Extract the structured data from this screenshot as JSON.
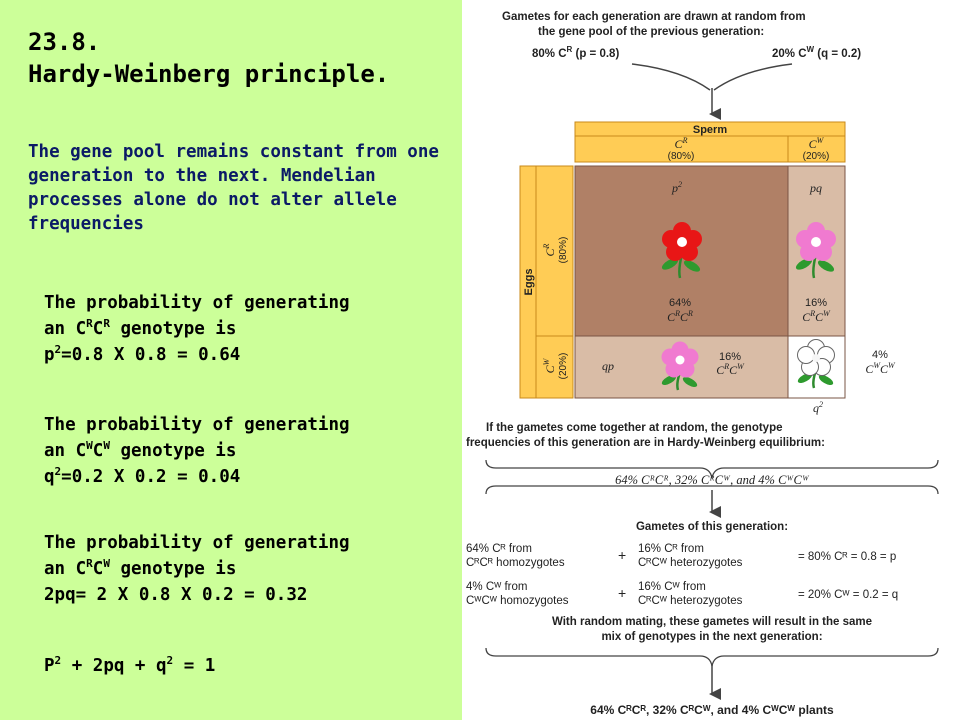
{
  "heading": {
    "number": "23.8.",
    "title": "Hardy-Weinberg principle."
  },
  "intro": "The gene pool remains constant from one generation to the next. Mendelian processes alone do not alter allele frequencies",
  "probabilities": [
    {
      "line1": "The probability of generating",
      "line2_pre": "an C",
      "sup1": "R",
      "mid": "C",
      "sup2": "R",
      "line2_post": " genotype is",
      "line3_base": "p",
      "line3_sup": "2",
      "line3_rest": "=0.8 X 0.8 = 0.64"
    },
    {
      "line1": "The probability of generating",
      "line2_pre": "an C",
      "sup1": "W",
      "mid": "C",
      "sup2": "W",
      "line2_post": " genotype is",
      "line3_base": "q",
      "line3_sup": "2",
      "line3_rest": "=0.2 X 0.2 = 0.04"
    },
    {
      "line1": "The probability of generating",
      "line2_pre": "an C",
      "sup1": "R",
      "mid": "C",
      "sup2": "W",
      "line2_post": " genotype is",
      "line3_base": "2pq= 2 X 0.8 X 0.2 = 0.32",
      "line3_sup": "",
      "line3_rest": ""
    }
  ],
  "sum": {
    "a": "P",
    "a_sup": "2",
    "b": " + 2pq + q",
    "b_sup": "2",
    "c": " = 1"
  },
  "figure": {
    "top_line1": "Gametes for each generation are drawn at random from",
    "top_line2": "the gene pool of the previous generation:",
    "cr_pool_pre": "80% C",
    "cr_pool_sup": "R",
    "cr_pool_post": " (p = 0.8)",
    "cw_pool_pre": "20% C",
    "cw_pool_sup": "W",
    "cw_pool_post": " (q = 0.2)",
    "sperm": "Sperm",
    "sperm_cr": "C",
    "sperm_cr_sup": "R",
    "sperm_cr_pct": "(80%)",
    "sperm_cw": "C",
    "sperm_cw_sup": "W",
    "sperm_cw_pct": "(20%)",
    "eggs": "Eggs",
    "eggs_cr": "C",
    "eggs_cr_sup": "R",
    "eggs_cr_pct": "(80%)",
    "eggs_cw": "C",
    "eggs_cw_sup": "W",
    "eggs_cw_pct": "(20%)",
    "cell_p2": "p",
    "cell_p2_sup": "2",
    "cell_pq": "pq",
    "cell_qp": "qp",
    "cell_q2": "q",
    "cell_q2_sup": "2",
    "pct_rr": "64%",
    "geno_rr": "C",
    "geno_rr_a": "R",
    "geno_rr_b": "C",
    "geno_rr_c": "R",
    "pct_rw1": "16%",
    "pct_rw2": "16%",
    "pct_ww": "4%",
    "eq_line1": "If the gametes come together at random, the genotype",
    "eq_line2": "frequencies of this generation are in Hardy-Weinberg equilibrium:",
    "freq_line": "64% CᴿCᴿ, 32% CᴿCᵂ, and 4% CᵂCᵂ",
    "gametes_title": "Gametes of this generation:",
    "row1_a1": "64% Cᴿ from",
    "row1_a2": "CᴿCᴿ homozygotes",
    "row1_b1": "16% Cᴿ from",
    "row1_b2": "CᴿCᵂ heterozygotes",
    "row1_c": "= 80% Cᴿ = 0.8 = p",
    "row2_a1": "4% Cᵂ from",
    "row2_a2": "CᵂCᵂ homozygotes",
    "row2_b1": "16% Cᵂ from",
    "row2_b2": "CᴿCᵂ heterozygotes",
    "row2_c": "= 20% Cᵂ = 0.2 = q",
    "plus": "+",
    "mating_line1": "With random mating, these gametes will result in the same",
    "mating_line2": "mix of genotypes in the next generation:",
    "plants_line": "64% CᴿCᴿ, 32% CᴿCᵂ, and 4% CᵂCᵂ plants"
  }
}
